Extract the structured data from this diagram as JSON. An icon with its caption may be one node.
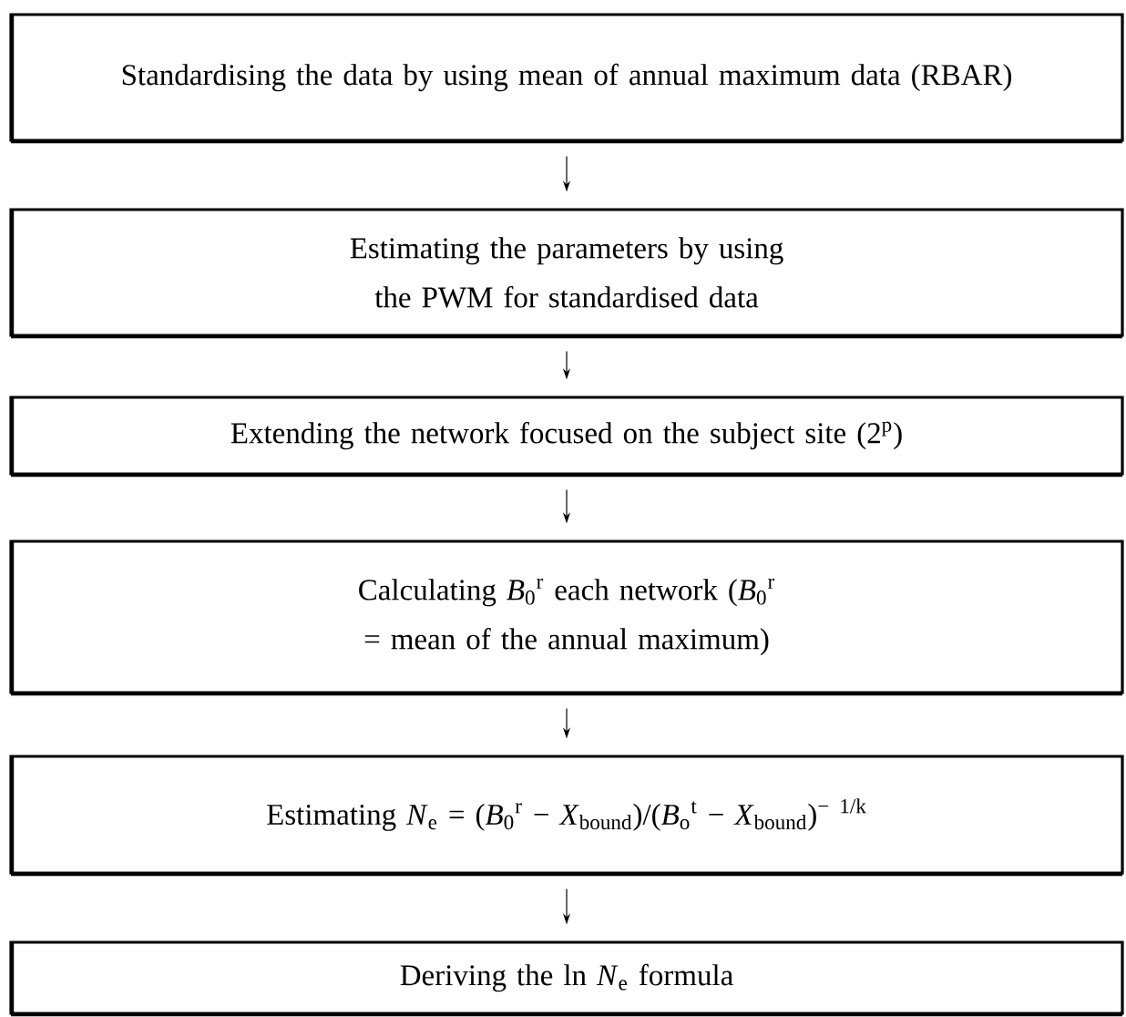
{
  "diagram": {
    "nodes": [
      {
        "text": [
          "Standardising the data by using mean of annual maximum data (RBAR)"
        ]
      },
      {
        "text": [
          "Estimating the parameters by using the PWM for standardised data"
        ]
      },
      {
        "text": [
          "Extending the network focused on the subject site (2$^{p}$)"
        ]
      },
      {
        "text": [
          "Calculating *B*$_{0}$$^{r}$ each network (*B*$_{0}$$^{r}$ = mean of the annual maximum)"
        ]
      },
      {
        "text": [
          "Estimating *N*$_{e}$ = (*B*$_{0}$$^{r}$ − *X*$_{bound}$)/(*B*$_{o}$$^{t}$ − *X*$_{bound}$)$^{− 1/k}$"
        ]
      },
      {
        "text": [
          "Deriving the ln *N*$_{e}$ formula"
        ]
      }
    ],
    "edges": [
      {
        "from": 0,
        "to": 1,
        "arrow": "to"
      },
      {
        "from": 1,
        "to": 2,
        "arrow": "to"
      },
      {
        "from": 2,
        "to": 3,
        "arrow": "to"
      },
      {
        "from": 3,
        "to": 4,
        "arrow": "to"
      },
      {
        "from": 4,
        "to": 5,
        "arrow": "to"
      }
    ]
  }
}
